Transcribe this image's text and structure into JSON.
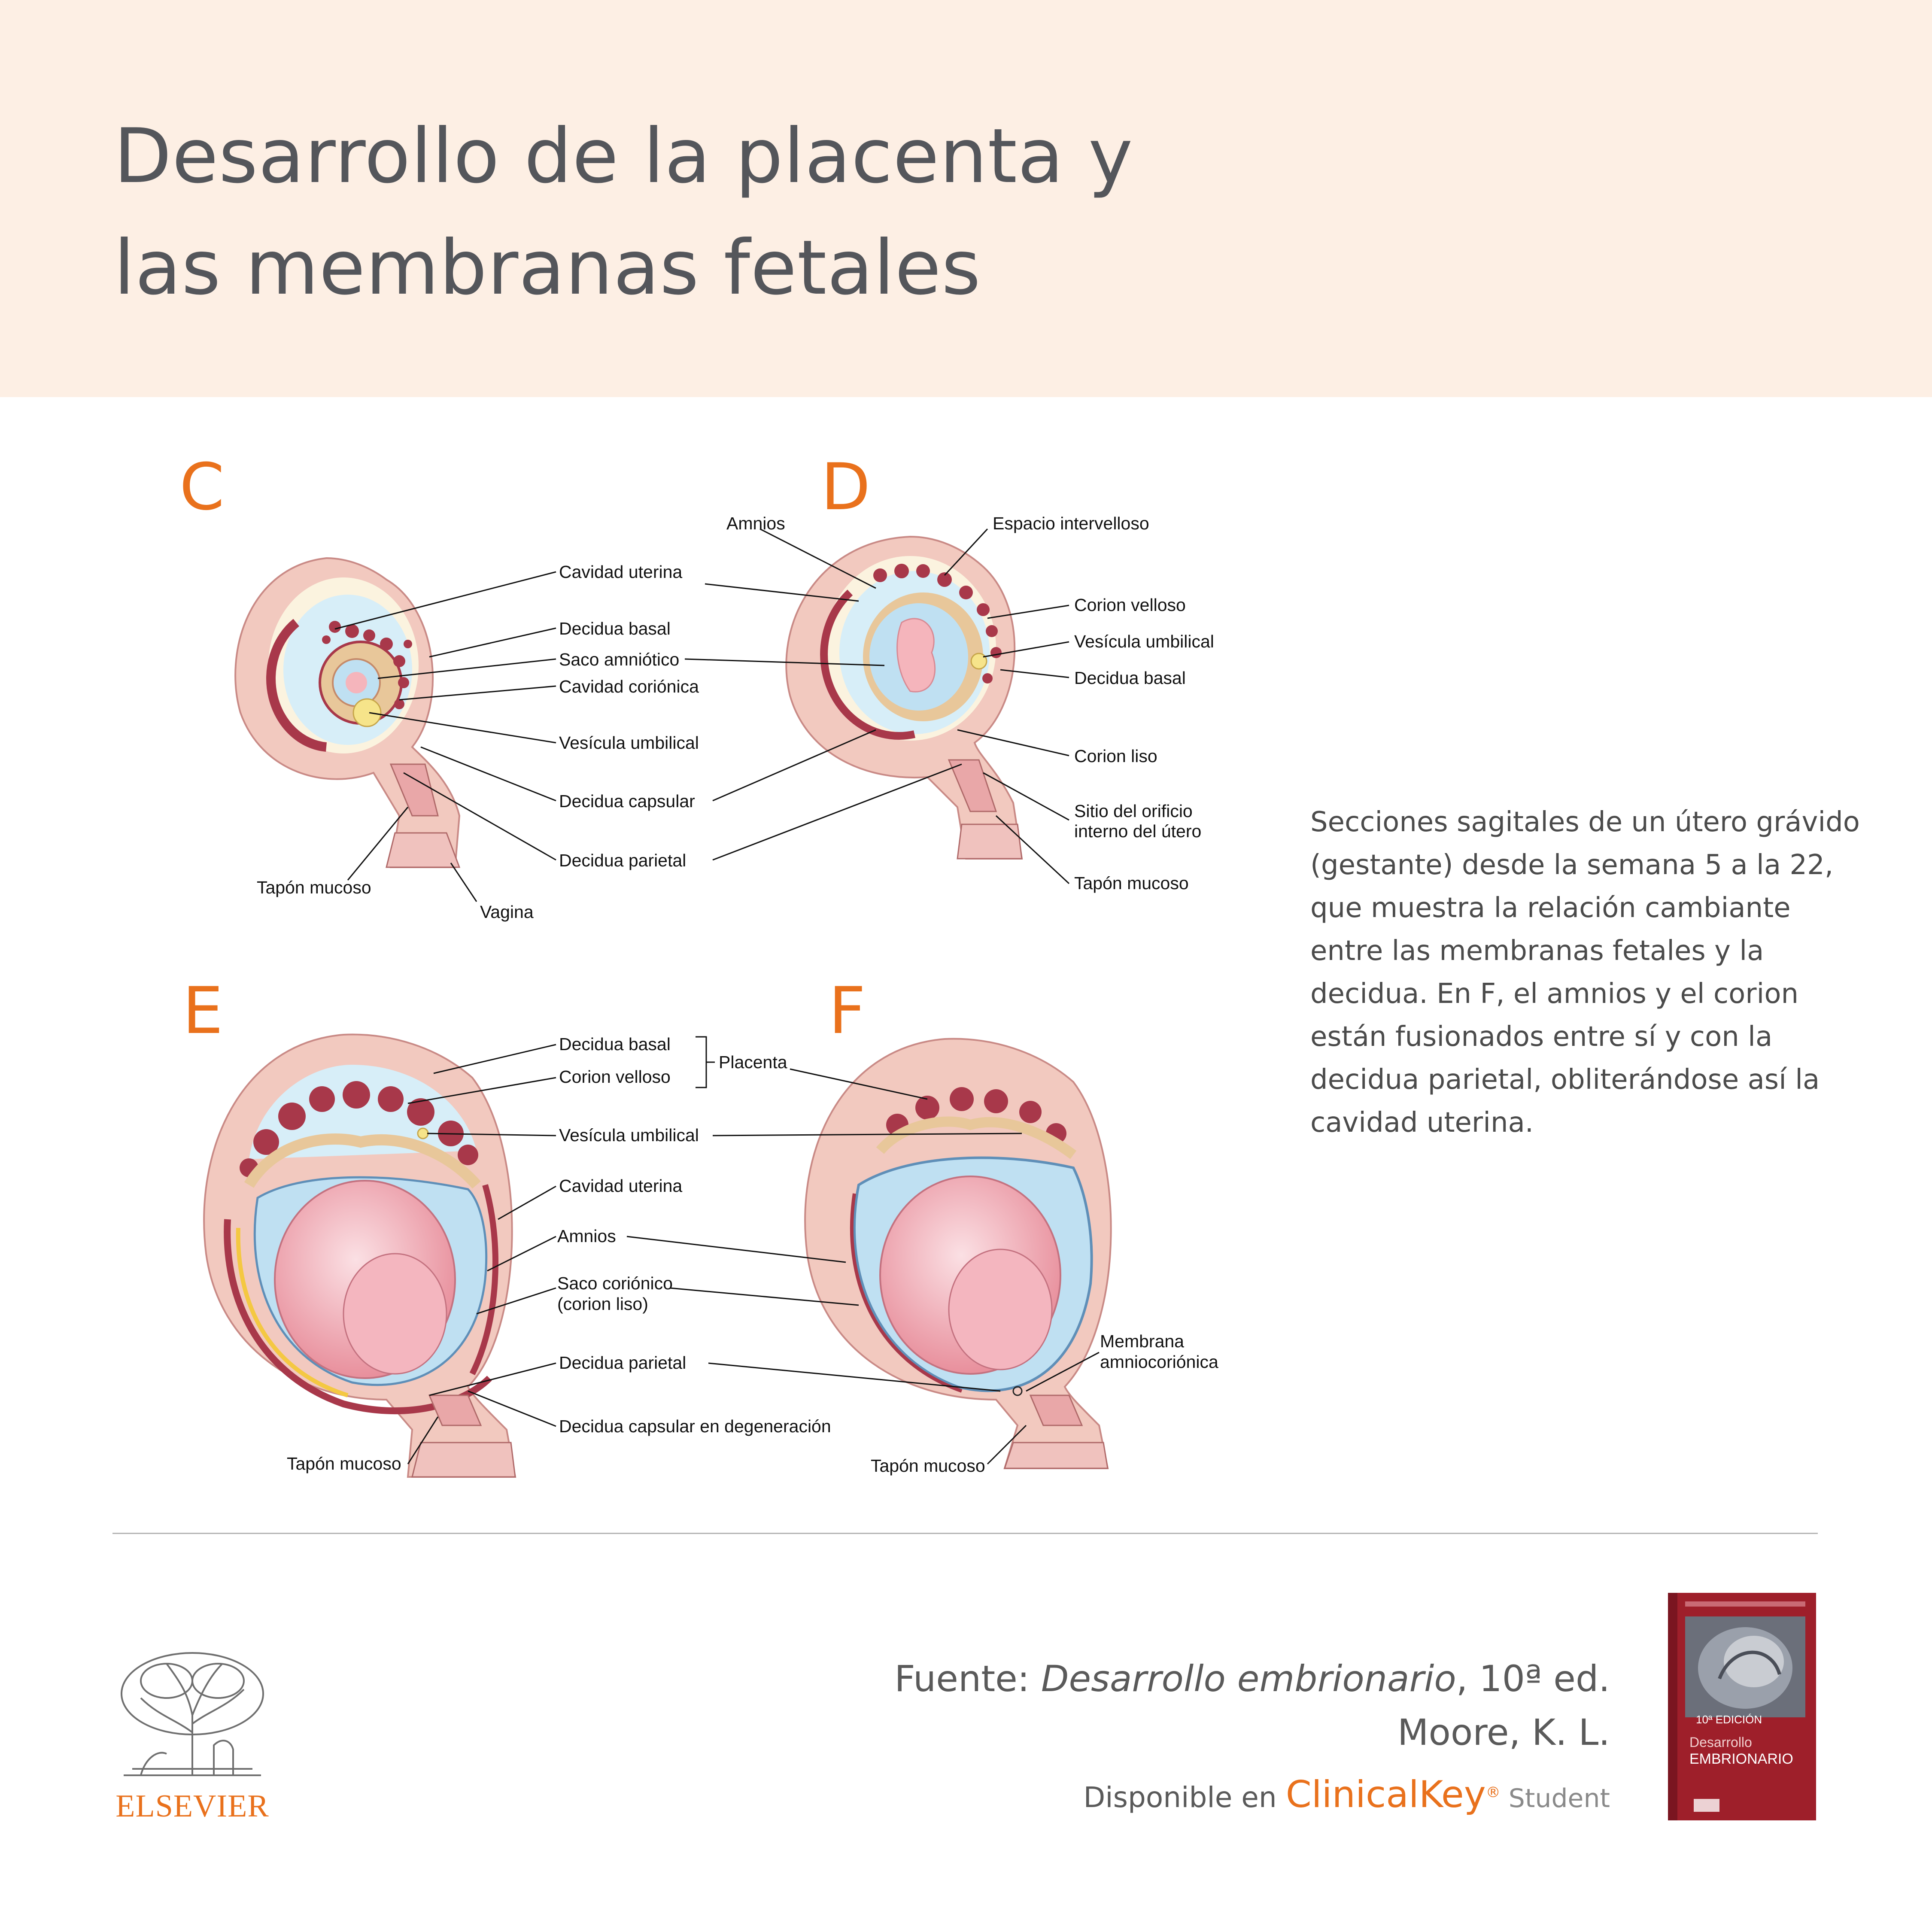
{
  "title": {
    "line1": "Desarrollo de la placenta y",
    "line2": "las membranas fetales"
  },
  "panels": {
    "c": {
      "letter": "C",
      "labels": {
        "cavidad_uterina": "Cavidad uterina",
        "decidua_basal": "Decidua basal",
        "saco_amniotico": "Saco amniótico",
        "cavidad_corionica": "Cavidad coriónica",
        "vesicula_umbilical": "Vesícula umbilical",
        "decidua_capsular": "Decidua capsular",
        "decidua_parietal": "Decidua parietal",
        "tapon_mucoso": "Tapón mucoso",
        "vagina": "Vagina"
      }
    },
    "d": {
      "letter": "D",
      "labels": {
        "amnios": "Amnios",
        "espacio_intervelloso": "Espacio intervelloso",
        "corion_velloso": "Corion velloso",
        "vesicula_umbilical": "Vesícula umbilical",
        "decidua_basal": "Decidua basal",
        "corion_liso": "Corion liso",
        "sitio_orificio_1": "Sitio del orificio",
        "sitio_orificio_2": "interno del útero",
        "tapon_mucoso": "Tapón mucoso"
      }
    },
    "e": {
      "letter": "E",
      "labels": {
        "decidua_basal": "Decidua basal",
        "corion_velloso": "Corion velloso",
        "placenta": "Placenta",
        "vesicula_umbilical": "Vesícula umbilical",
        "cavidad_uterina": "Cavidad uterina",
        "amnios": "Amnios",
        "saco_corionico_1": "Saco coriónico",
        "saco_corionico_2": "(corion liso)",
        "decidua_parietal": "Decidua parietal",
        "decidua_capsular_degeneracion": "Decidua capsular en degeneración",
        "tapon_mucoso": "Tapón mucoso"
      }
    },
    "f": {
      "letter": "F",
      "labels": {
        "membrana_1": "Membrana",
        "membrana_2": "amniocoriónica",
        "tapon_mucoso": "Tapón mucoso"
      }
    }
  },
  "description": "Secciones sagitales de un útero grávido (gestante) desde la semana 5 a la 22, que muestra la relación cambiante entre las membranas fetales y la decidua. En F, el amnios y el corion están fusionados entre sí y con la decidua parietal, obliterándose así la cavidad uterina.",
  "source": {
    "prefix": "Fuente: ",
    "book_title": "Desarrollo embrionario",
    "edition": ", 10ª ed.",
    "author": "Moore, K. L.",
    "available_prefix": "Disponible en ",
    "clinicalkey": "ClinicalKey",
    "reg": "®",
    "student": " Student"
  },
  "publisher": "ELSEVIER",
  "book_cover": {
    "edition_mark": "10ª EDICIÓN",
    "title_line1": "Desarrollo",
    "title_line2": "EMBRIONARIO"
  },
  "colors": {
    "header_bg": "#fdefe4",
    "accent_orange": "#e9711c",
    "title_gray": "#54565b",
    "uterus_pink": "#f2c9bf",
    "decidua_dark": "#a8384a",
    "amniotic_blue": "#bfe0f2",
    "chorion_tan": "#e8c79a"
  }
}
